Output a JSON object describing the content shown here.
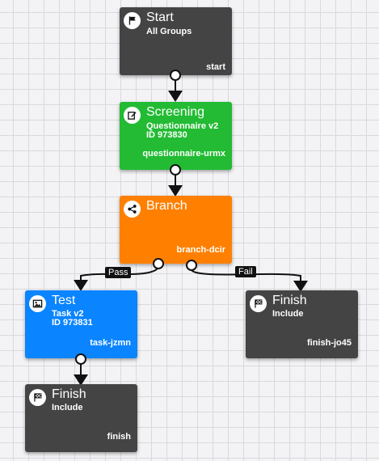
{
  "nodes": {
    "start": {
      "title": "Start",
      "line1": "All Groups",
      "key": "start",
      "color": "#444444",
      "icon": "flag-icon"
    },
    "screening": {
      "title": "Screening",
      "line1": "Questionnaire v2",
      "line2": "ID 973830",
      "key": "questionnaire-urmx",
      "color": "#22bb33",
      "icon": "edit-icon"
    },
    "branch": {
      "title": "Branch",
      "key": "branch-dcir",
      "color": "#ff8000",
      "icon": "share-icon"
    },
    "test": {
      "title": "Test",
      "line1": "Task v2",
      "line2": "ID 973831",
      "key": "task-jzmn",
      "color": "#0a84ff",
      "icon": "image-icon"
    },
    "finish_fail": {
      "title": "Finish",
      "line1": "Include",
      "key": "finish-jo45",
      "color": "#444444",
      "icon": "checkered-flag-icon"
    },
    "finish": {
      "title": "Finish",
      "line1": "Include",
      "key": "finish",
      "color": "#444444",
      "icon": "checkered-flag-icon"
    }
  },
  "edges": {
    "pass_label": "Pass",
    "fail_label": "Fail"
  }
}
